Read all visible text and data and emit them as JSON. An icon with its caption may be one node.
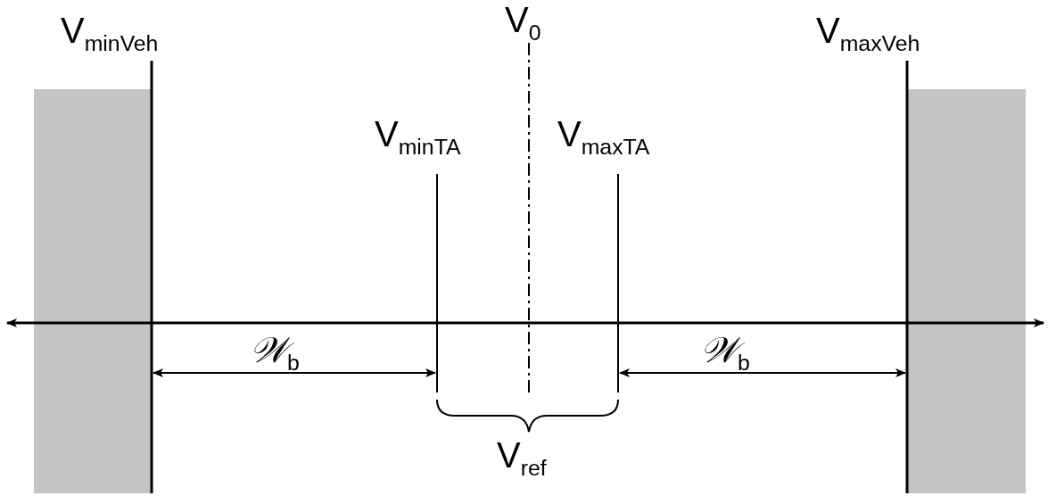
{
  "diagram": {
    "nodes": [
      {
        "text": [],
        "shape": "box"
      },
      {
        "text": [],
        "shape": "box"
      }
    ],
    "labels": [
      "V$_{minVeh}$",
      "V$_{0}$",
      "V$_{maxVeh}$",
      "V$_{minTA}$",
      "V$_{maxTA}$",
      "𝒲$_{b}$",
      "𝒲$_{b}$",
      "V$_{ref}$"
    ]
  }
}
